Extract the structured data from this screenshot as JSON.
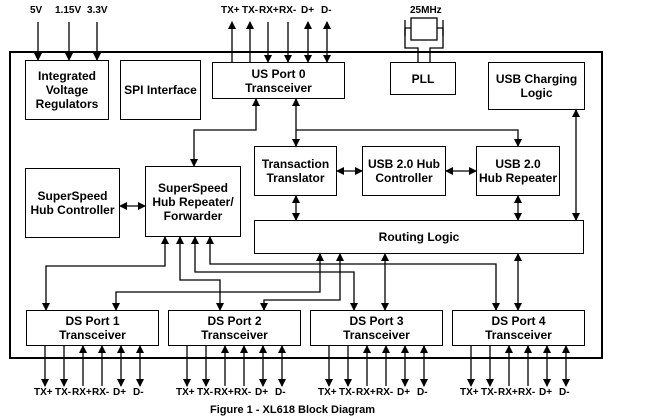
{
  "power_inputs": [
    "5V",
    "1.15V",
    "3.3V"
  ],
  "clock_label": "25MHz",
  "blocks": {
    "ivr": [
      "Integrated",
      "Voltage",
      "Regulators"
    ],
    "spi": "SPI Interface",
    "us_port0": [
      "US Port 0",
      "Transceiver"
    ],
    "pll": "PLL",
    "usb_charging": [
      "USB Charging",
      "Logic"
    ],
    "transaction_translator": [
      "Transaction",
      "Translator"
    ],
    "hub_controller": [
      "USB 2.0 Hub",
      "Controller"
    ],
    "hub_repeater": [
      "USB 2.0",
      "Hub Repeater"
    ],
    "ss_hub_controller": [
      "SuperSpeed",
      "Hub Controller"
    ],
    "ss_repeater": [
      "SuperSpeed",
      "Hub Repeater/",
      "Forwarder"
    ],
    "routing_logic": "Routing Logic",
    "ds_ports": [
      [
        "DS Port 1",
        "Transceiver"
      ],
      [
        "DS Port 2",
        "Transceiver"
      ],
      [
        "DS Port 3",
        "Transceiver"
      ],
      [
        "DS Port 4",
        "Transceiver"
      ]
    ]
  },
  "port_signals": [
    "TX+",
    "TX-",
    "RX+",
    "RX-",
    "D+",
    "D-"
  ],
  "caption": "Figure 1 - XL618 Block Diagram"
}
